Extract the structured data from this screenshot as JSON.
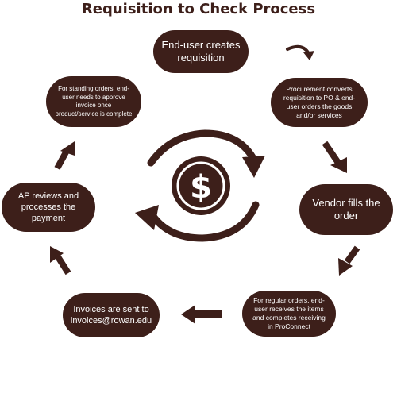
{
  "title": "Requisition to Check Process",
  "nodes": {
    "create": "End-user creates requisition",
    "procure": "Procurement converts requisition to PO & end-user orders the goods and/or services",
    "vendor": "Vendor fills the order",
    "regular": "For regular orders, end-user receives the items and completes receiving in ProConnect",
    "invoices": "Invoices are sent to invoices@rowan.edu",
    "ap": "AP reviews and processes the payment",
    "standing": "For standing orders, end-user needs to approve invoice once product/service is complete"
  },
  "center_symbol": "$",
  "icons": {
    "center": "dollar-cycle-icon",
    "connector": "arrow-icon"
  },
  "colors": {
    "primary": "#3d1f1a",
    "node_text": "#ffffff",
    "background": "#ffffff"
  }
}
